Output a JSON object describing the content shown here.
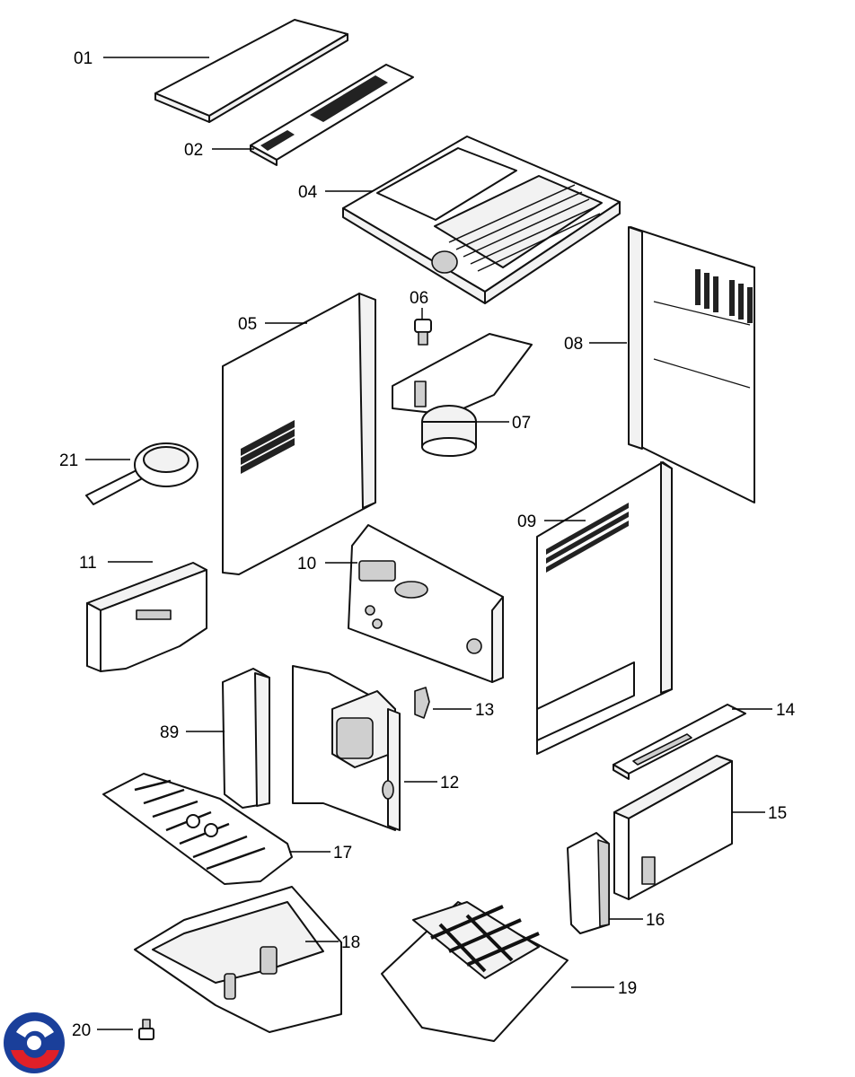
{
  "diagram": {
    "parts": [
      {
        "id": "part-01",
        "label": "01"
      },
      {
        "id": "part-02",
        "label": "02"
      },
      {
        "id": "part-04",
        "label": "04"
      },
      {
        "id": "part-05",
        "label": "05"
      },
      {
        "id": "part-06",
        "label": "06"
      },
      {
        "id": "part-07",
        "label": "07"
      },
      {
        "id": "part-08",
        "label": "08"
      },
      {
        "id": "part-09",
        "label": "09"
      },
      {
        "id": "part-10",
        "label": "10"
      },
      {
        "id": "part-11",
        "label": "11"
      },
      {
        "id": "part-12",
        "label": "12"
      },
      {
        "id": "part-13",
        "label": "13"
      },
      {
        "id": "part-14",
        "label": "14"
      },
      {
        "id": "part-15",
        "label": "15"
      },
      {
        "id": "part-16",
        "label": "16"
      },
      {
        "id": "part-17",
        "label": "17"
      },
      {
        "id": "part-18",
        "label": "18"
      },
      {
        "id": "part-19",
        "label": "19"
      },
      {
        "id": "part-20",
        "label": "20"
      },
      {
        "id": "part-21",
        "label": "21"
      },
      {
        "id": "part-89",
        "label": "89"
      }
    ],
    "logo": {
      "colors": [
        "#1a3f9a",
        "#e02028"
      ]
    }
  }
}
